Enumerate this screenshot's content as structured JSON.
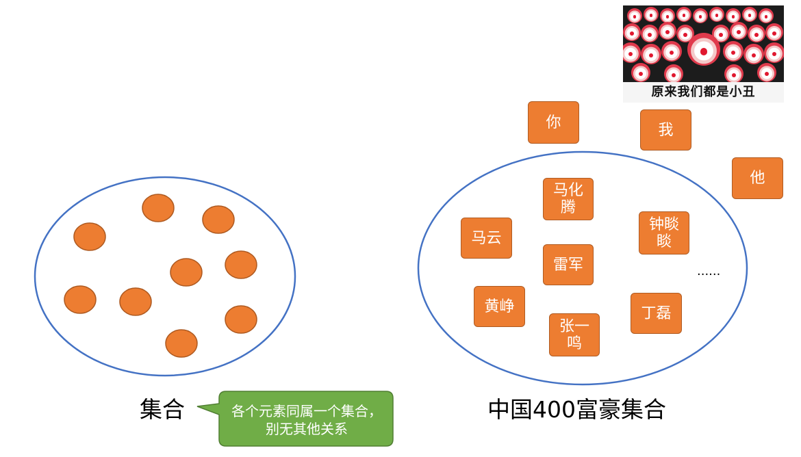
{
  "left_set": {
    "caption": "集合",
    "element_count": 9
  },
  "callout": {
    "text": "各个元素同属一个集合，别无其他关系"
  },
  "right_set": {
    "caption": "中国400富豪集合",
    "members": [
      "马化\n腾",
      "钟睒\n睒",
      "马云",
      "雷军",
      "黄峥",
      "张一\n鸣",
      "丁磊"
    ],
    "ellipsis": "......"
  },
  "outside": [
    "你",
    "我",
    "他"
  ],
  "meme": {
    "caption": "原来我们都是小丑"
  },
  "colors": {
    "ellipse_stroke": "#4472C4",
    "element_fill": "#ED7D31",
    "element_stroke": "#AE5A21",
    "callout_fill": "#70AD47",
    "callout_stroke": "#507E32"
  }
}
